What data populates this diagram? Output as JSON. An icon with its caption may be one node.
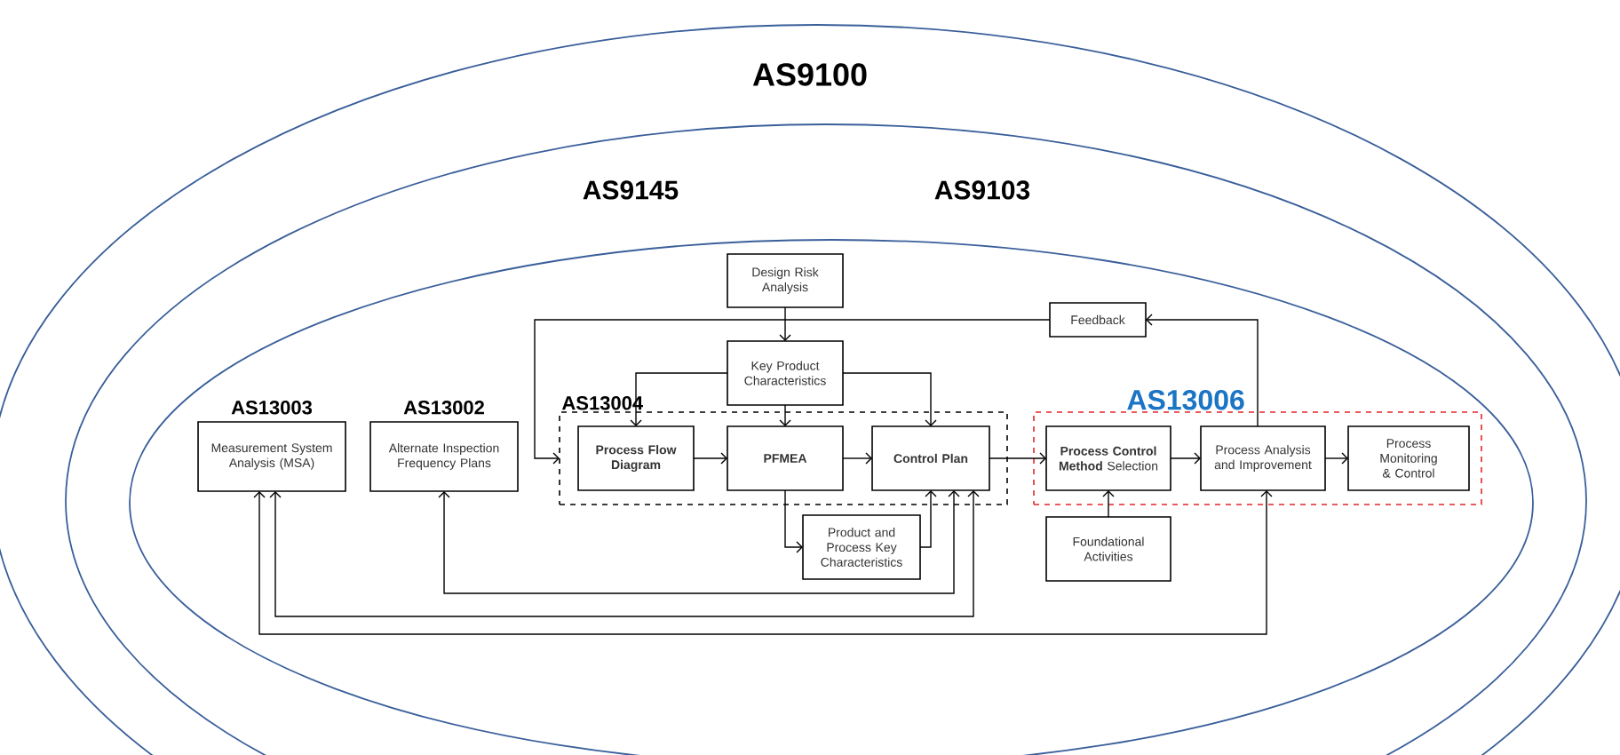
{
  "diagram": {
    "nodes": [
      {
        "text": [
          "AS9100"
        ]
      },
      {
        "text": [
          "AS9145",
          "AS9103"
        ],
        "in": 0
      },
      {
        "text": [],
        "shape": "ellipse",
        "in": 1
      },
      {
        "text": [
          "Design Risk Analysis"
        ],
        "in": 2
      },
      {
        "text": [
          "Feedback"
        ],
        "in": 2
      },
      {
        "text": [
          "Key Product Characteristics"
        ],
        "in": 2
      },
      {
        "text": [
          "AS13003",
          "Measurement System Analysis (MSA)"
        ],
        "in": 2
      },
      {
        "text": [
          "AS13002",
          "Alternate Inspection Frequency Plans"
        ],
        "in": 2
      },
      {
        "text": [
          "AS13004"
        ],
        "in": 2
      },
      {
        "text": [
          "Process Flow Diagram"
        ],
        "in": 8
      },
      {
        "text": [
          "PFMEA"
        ],
        "in": 8
      },
      {
        "text": [
          "Control Plan"
        ],
        "in": 8
      },
      {
        "text": [
          "AS13006"
        ],
        "in": 2
      },
      {
        "text": [
          "**Process Control Method** Selection"
        ],
        "in": 12
      },
      {
        "text": [
          "Process Analysis and Improvement"
        ],
        "in": 12
      },
      {
        "text": [
          "Process Monitoring & Control"
        ],
        "in": 12
      },
      {
        "text": [
          "Product and Process Key Characteristics"
        ],
        "in": 2
      },
      {
        "text": [
          "Foundational Activities"
        ],
        "in": 2
      }
    ],
    "edges": [
      {
        "from": 3,
        "to": 5,
        "arrow": "to"
      },
      {
        "from": 5,
        "to": 9,
        "arrow": "to"
      },
      {
        "from": 5,
        "to": 10,
        "arrow": "to"
      },
      {
        "from": 5,
        "to": 11,
        "arrow": "to"
      },
      {
        "from": 4,
        "to": 8,
        "arrow": "to"
      },
      {
        "from": 14,
        "to": 4,
        "arrow": "to"
      },
      {
        "from": 9,
        "to": 10,
        "arrow": "to"
      },
      {
        "from": 10,
        "to": 11,
        "arrow": "to"
      },
      {
        "from": 11,
        "to": 13,
        "arrow": "to"
      },
      {
        "from": 13,
        "to": 14,
        "arrow": "to"
      },
      {
        "from": 14,
        "to": 15,
        "arrow": "to"
      },
      {
        "from": 10,
        "to": 16,
        "arrow": "to"
      },
      {
        "from": 16,
        "to": 11,
        "arrow": "to"
      },
      {
        "from": 17,
        "to": 13,
        "arrow": "to"
      },
      {
        "from": 7,
        "to": 11,
        "arrow": "both"
      },
      {
        "from": 6,
        "to": 11,
        "arrow": "both"
      },
      {
        "from": 6,
        "to": 14,
        "arrow": "both"
      }
    ]
  }
}
